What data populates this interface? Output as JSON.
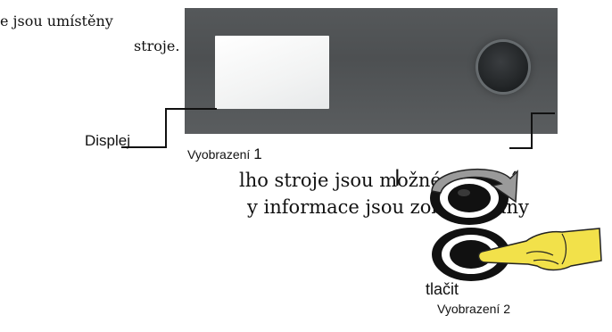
{
  "text": {
    "line1a": "e jsou umístěny",
    "line1b": "stroje.",
    "line2a": "lho stroje jsou možné pomocí",
    "line2b": "y informace jsou zobrazovány"
  },
  "bracket_glyph": "l",
  "labels": {
    "display": "Displej",
    "push": "tlačit"
  },
  "captions": {
    "figure1_word": "Vyobrazení",
    "figure1_number": "1",
    "figure2": "Vyobrazení 2"
  },
  "colors": {
    "panel": "#525557",
    "knob": "#25282a",
    "hand": "#f2e14a",
    "arrow": "#9a9a9a"
  },
  "icons": [
    "rotate-knob-icon",
    "push-knob-icon"
  ]
}
